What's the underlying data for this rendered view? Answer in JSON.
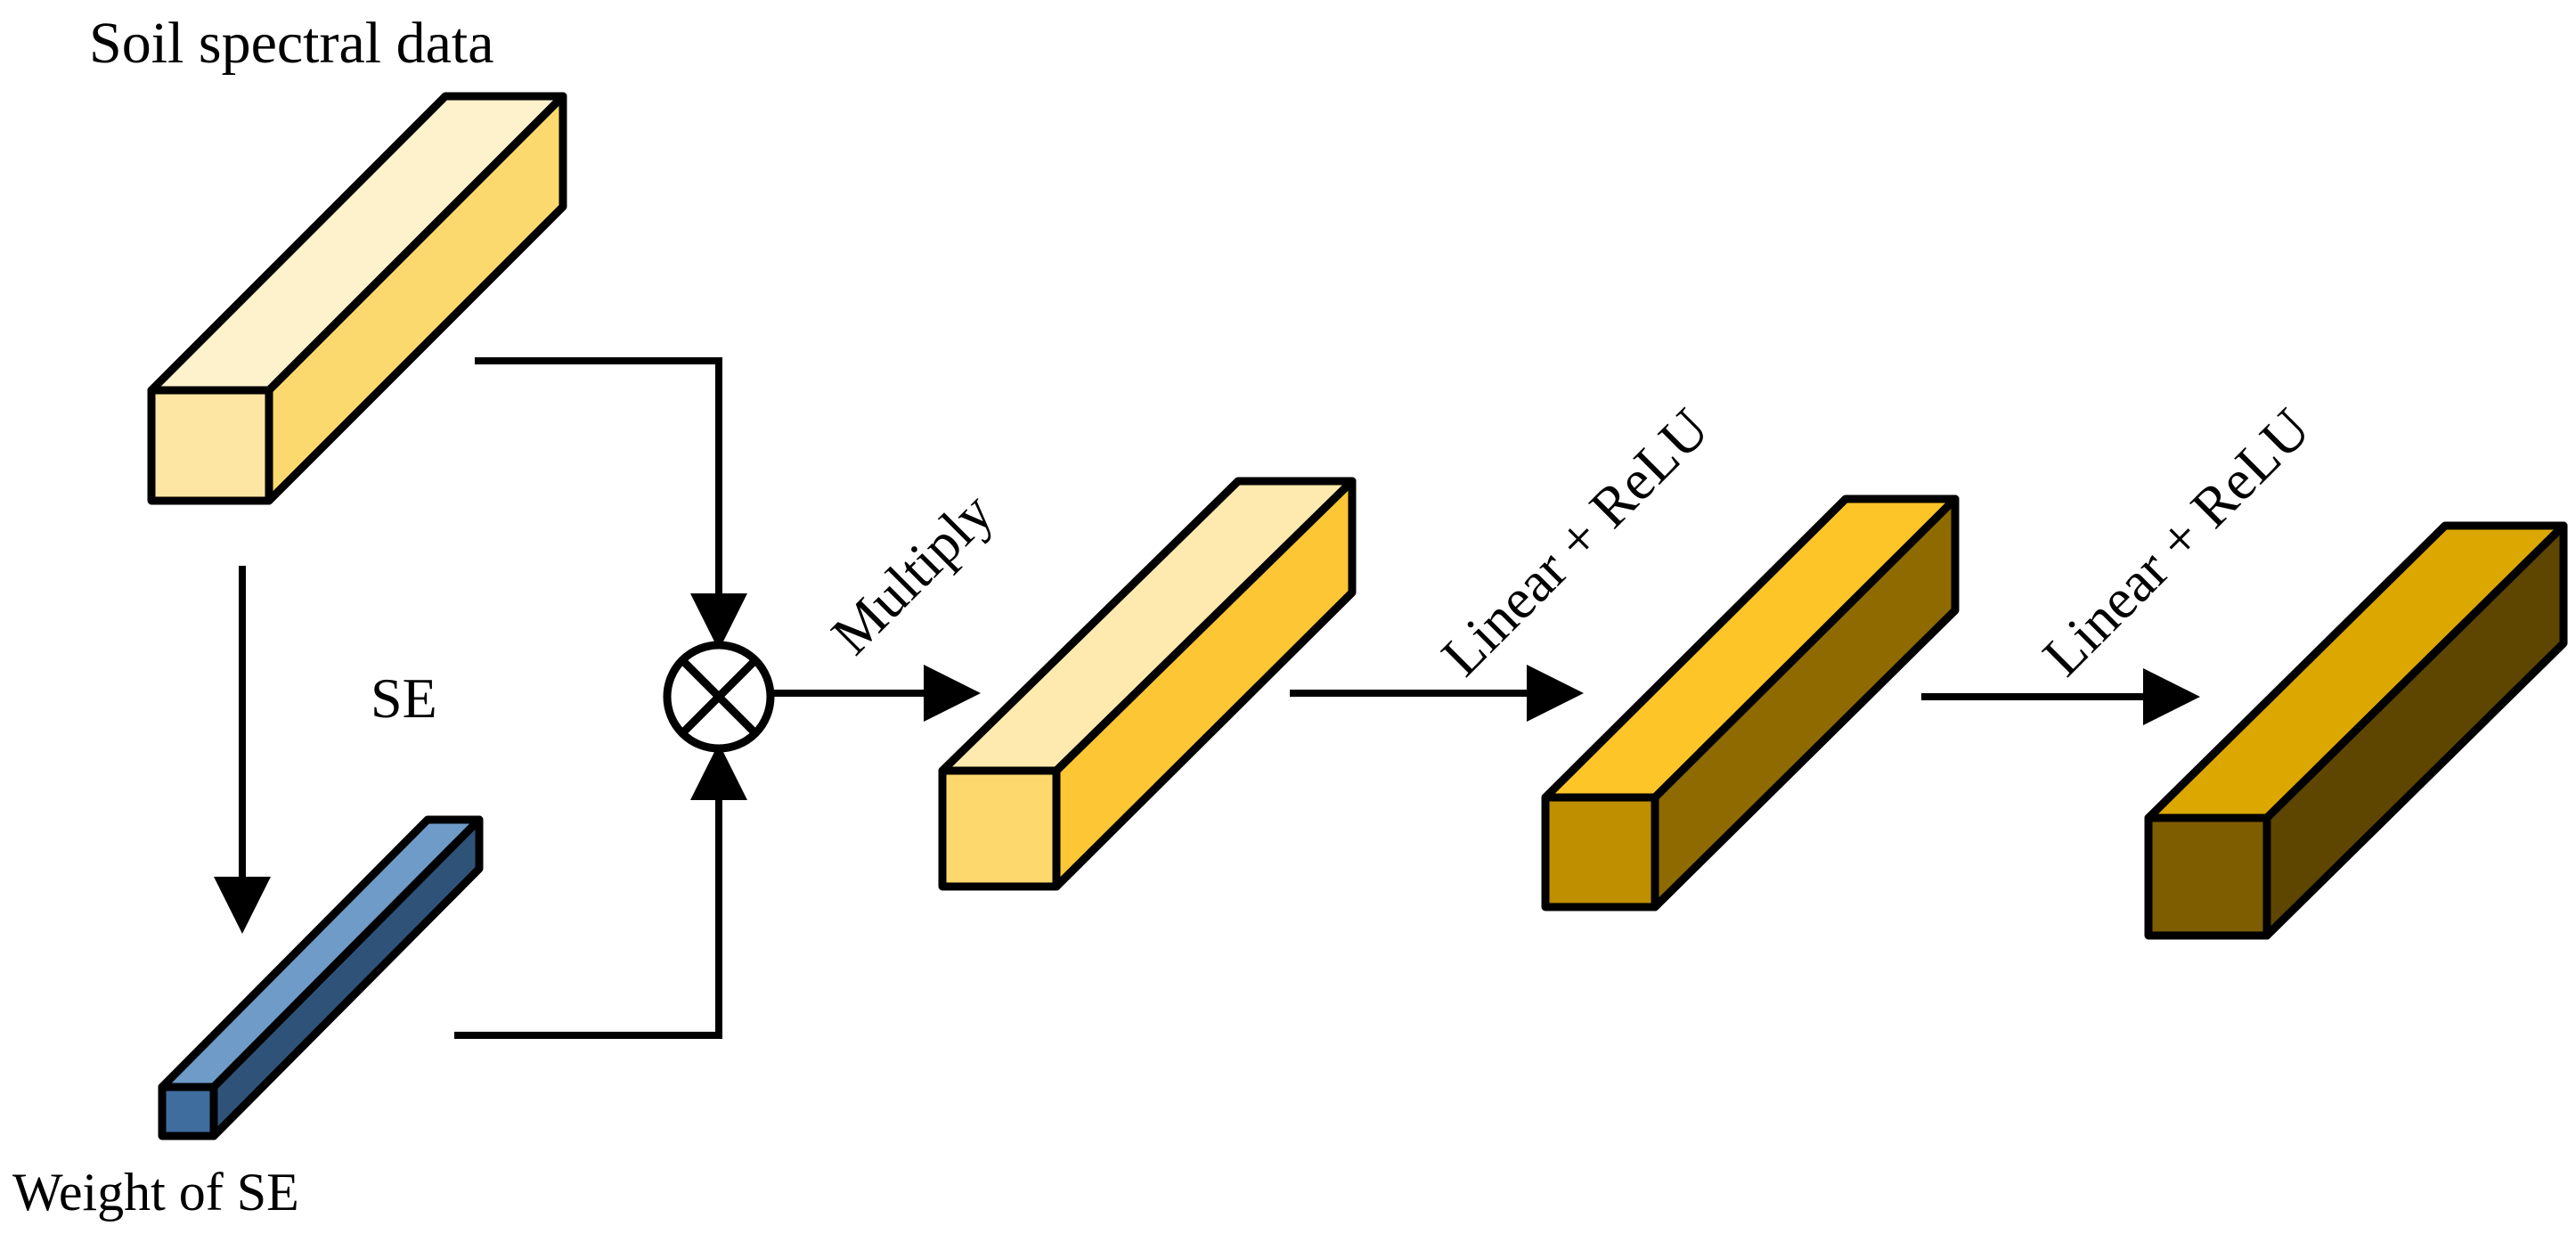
{
  "labels": {
    "soil_spectral_data": "Soil spectral data",
    "se": "SE",
    "weight_of_se": "Weight of SE",
    "multiply": "Multiply",
    "linear_relu_1": "Linear + ReLU",
    "linear_relu_2": "Linear + ReLU"
  },
  "colors": {
    "soil_box": {
      "front": "#FDE6A3",
      "top": "#FEF2CC",
      "side": "#FBD96E"
    },
    "weight_box": {
      "front": "#3E6D9E",
      "top": "#6F9BC8",
      "side": "#2F5378"
    },
    "mult_box": {
      "front": "#FDD86C",
      "top": "#FEEAAE",
      "side": "#FCC634"
    },
    "lin1_box": {
      "front": "#BF8F00",
      "top": "#FEC528",
      "side": "#8E6A00"
    },
    "lin2_box": {
      "front": "#7E5D00",
      "top": "#DCA800",
      "side": "#5E4600"
    }
  }
}
